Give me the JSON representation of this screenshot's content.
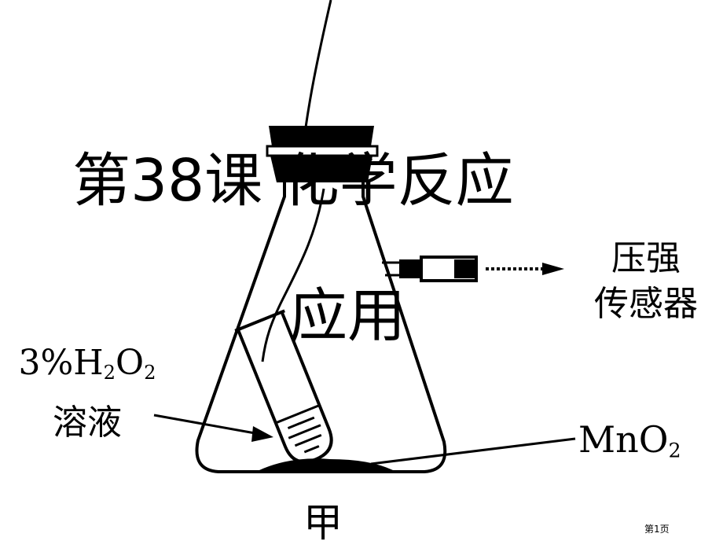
{
  "slide": {
    "title_line1": "第38课 化学反应",
    "title_line2": "应用",
    "page_number": "第1页"
  },
  "diagram": {
    "sensor_line1": "压强",
    "sensor_line2": "传感器",
    "solution_percent": "3%",
    "solution_H": "H",
    "solution_H_sub": "2",
    "solution_O": "O",
    "solution_O_sub": "2",
    "solution_word": "溶液",
    "catalyst_main": "MnO",
    "catalyst_sub": "2",
    "figure_label": "甲"
  }
}
